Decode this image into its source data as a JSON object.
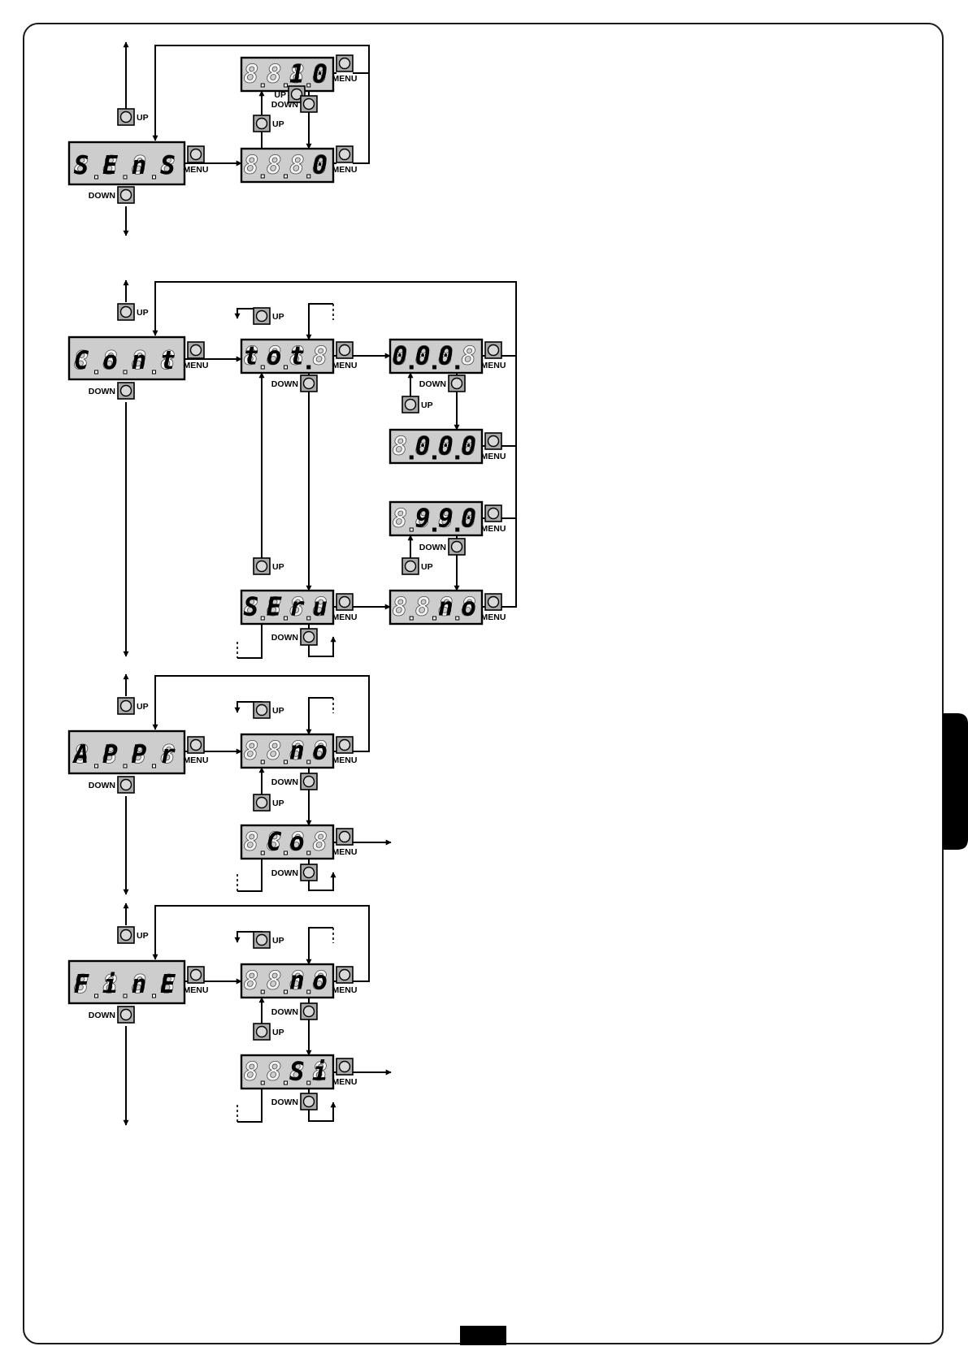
{
  "buttons": {
    "up": "UP",
    "down": "DOWN",
    "menu": "MENU"
  },
  "displays": [
    {
      "id": "sens",
      "chars": "SEnS",
      "dots": [
        false,
        false,
        false,
        false
      ]
    },
    {
      "id": "sens-10",
      "chars": "  10",
      "dots": [
        false,
        false,
        false,
        false
      ]
    },
    {
      "id": "sens-0",
      "chars": "   0",
      "dots": [
        false,
        false,
        false,
        false
      ]
    },
    {
      "id": "cont",
      "chars": "Cont",
      "dots": [
        false,
        false,
        false,
        false
      ]
    },
    {
      "id": "tot",
      "chars": "tot ",
      "dots": [
        false,
        false,
        true,
        false
      ]
    },
    {
      "id": "tot-000",
      "chars": "000 ",
      "dots": [
        true,
        true,
        true,
        false
      ]
    },
    {
      "id": "tot-0000",
      "chars": " 000",
      "dots": [
        true,
        true,
        true,
        false
      ]
    },
    {
      "id": "serv",
      "chars": "SEru",
      "dots": [
        false,
        false,
        false,
        false
      ]
    },
    {
      "id": "serv-990",
      "chars": " 990",
      "dots": [
        false,
        true,
        true,
        false
      ]
    },
    {
      "id": "serv-no",
      "chars": "  no",
      "dots": [
        false,
        false,
        false,
        false
      ]
    },
    {
      "id": "appr",
      "chars": "APPr",
      "dots": [
        false,
        false,
        false,
        false
      ]
    },
    {
      "id": "appr-no",
      "chars": "  no",
      "dots": [
        false,
        false,
        false,
        false
      ]
    },
    {
      "id": "appr-co",
      "chars": " Co ",
      "dots": [
        false,
        false,
        false,
        false
      ]
    },
    {
      "id": "fine",
      "chars": "FinE",
      "dots": [
        false,
        false,
        false,
        false
      ]
    },
    {
      "id": "fine-no",
      "chars": "  no",
      "dots": [
        false,
        false,
        false,
        false
      ]
    },
    {
      "id": "fine-si",
      "chars": "  Si",
      "dots": [
        false,
        false,
        false,
        false
      ]
    }
  ]
}
